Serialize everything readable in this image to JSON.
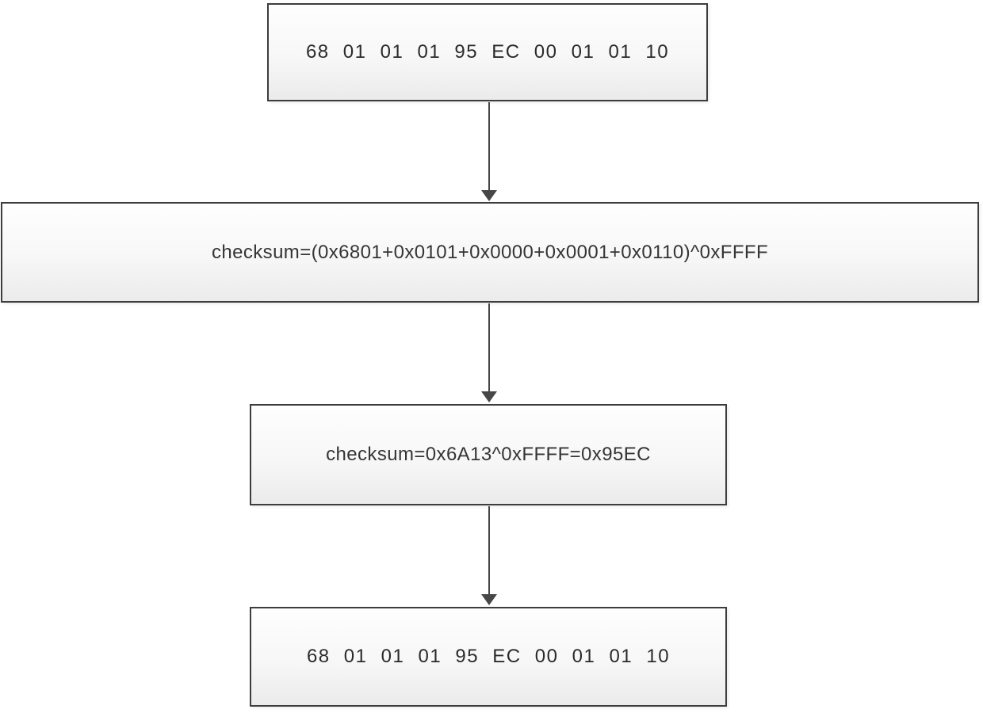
{
  "diagram": {
    "type": "flowchart",
    "description": "Checksum calculation flow for a hex data frame",
    "background": "#ffffff",
    "colors": {
      "node_border": "#3d3d3d",
      "node_fill_top": "#fefefe",
      "node_fill_bottom": "#ebebeb",
      "text": "#2e2e2e",
      "arrow": "#474747"
    }
  },
  "nodes": {
    "frame_original": {
      "text": "68 01 01 01 95 EC 00 01 01 10"
    },
    "checksum_formula": {
      "text": "checksum=(0x6801+0x0101+0x0000+0x0001+0x0110)^0xFFFF"
    },
    "checksum_result": {
      "text": "checksum=0x6A13^0xFFFF=0x95EC"
    },
    "frame_final": {
      "text": "68 01 01 01 95 EC 00 01 01 10"
    }
  },
  "edges": [
    {
      "from": "frame_original",
      "to": "checksum_formula"
    },
    {
      "from": "checksum_formula",
      "to": "checksum_result"
    },
    {
      "from": "checksum_result",
      "to": "frame_final"
    }
  ]
}
